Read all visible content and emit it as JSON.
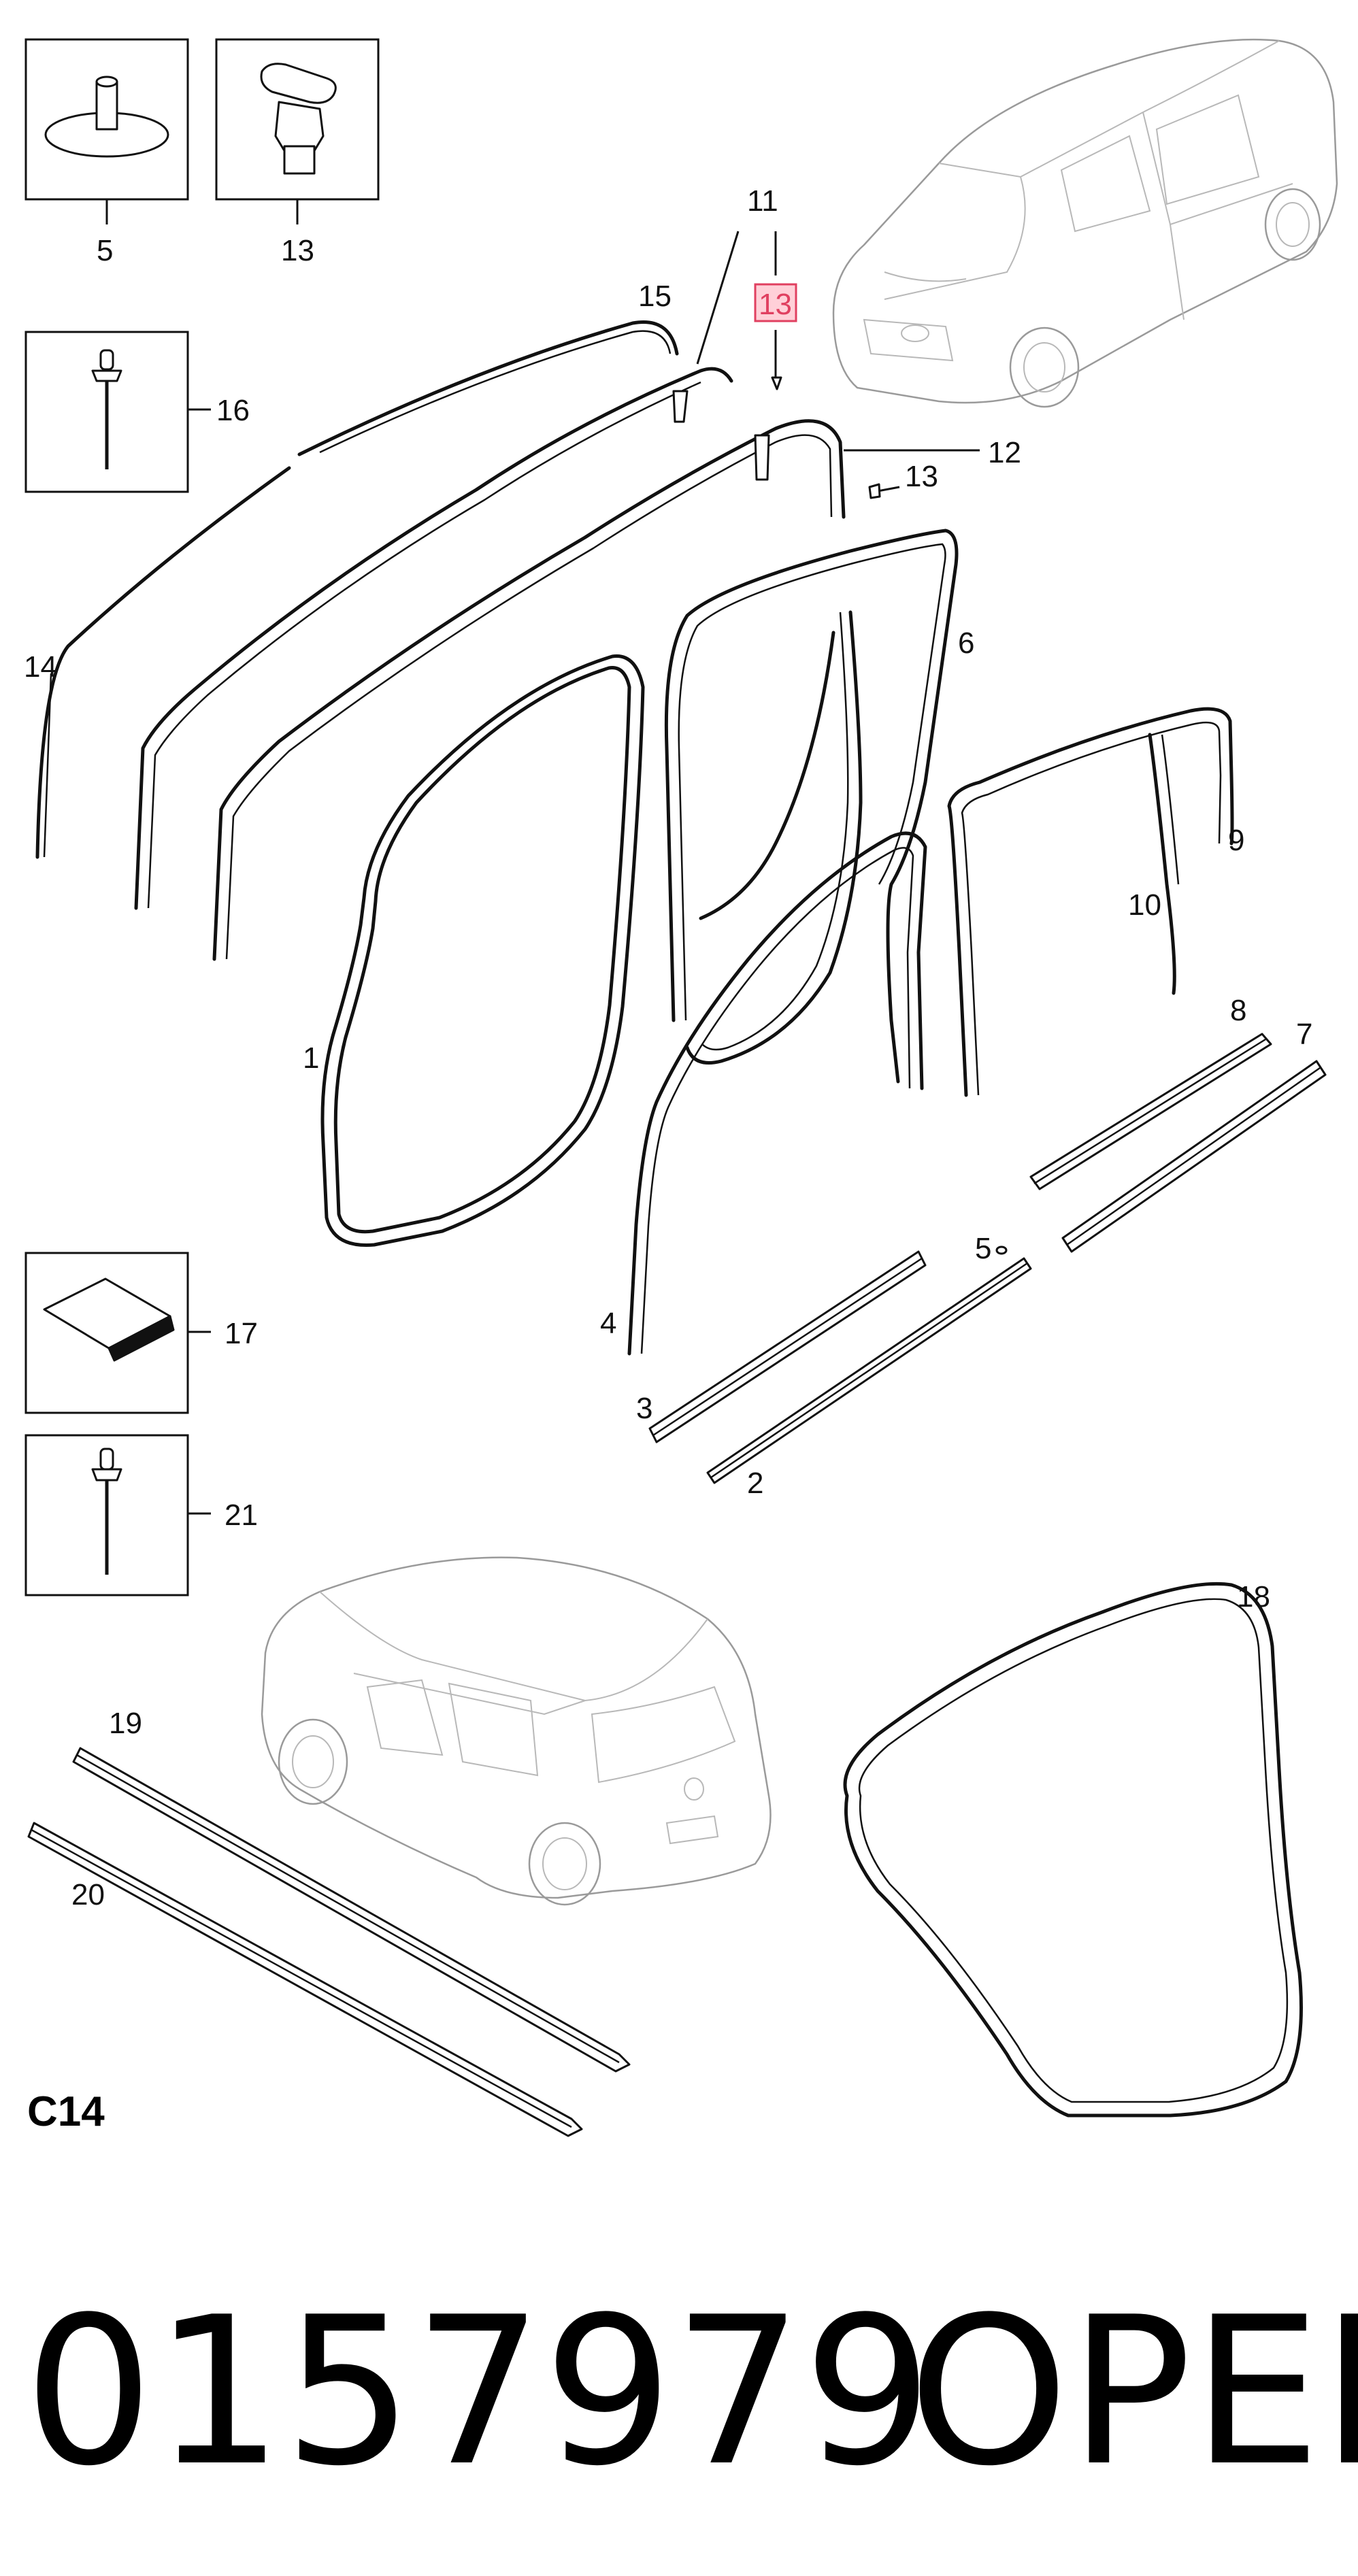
{
  "diagram": {
    "section_code": "C14",
    "part_number": "0157979",
    "brand": "OPEL",
    "highlight_color": "#e04060",
    "callouts": {
      "c5_box": "5",
      "c13_box": "13",
      "c16": "16",
      "c11": "11",
      "c13_highlight": "13",
      "c15": "15",
      "c12": "12",
      "c13_mid": "13",
      "c14": "14",
      "c6": "6",
      "c9": "9",
      "c10": "10",
      "c8": "8",
      "c7": "7",
      "c1": "1",
      "c5_mid": "5",
      "c4": "4",
      "c3": "3",
      "c2": "2",
      "c17": "17",
      "c21": "21",
      "c18": "18",
      "c19": "19",
      "c20": "20"
    }
  }
}
